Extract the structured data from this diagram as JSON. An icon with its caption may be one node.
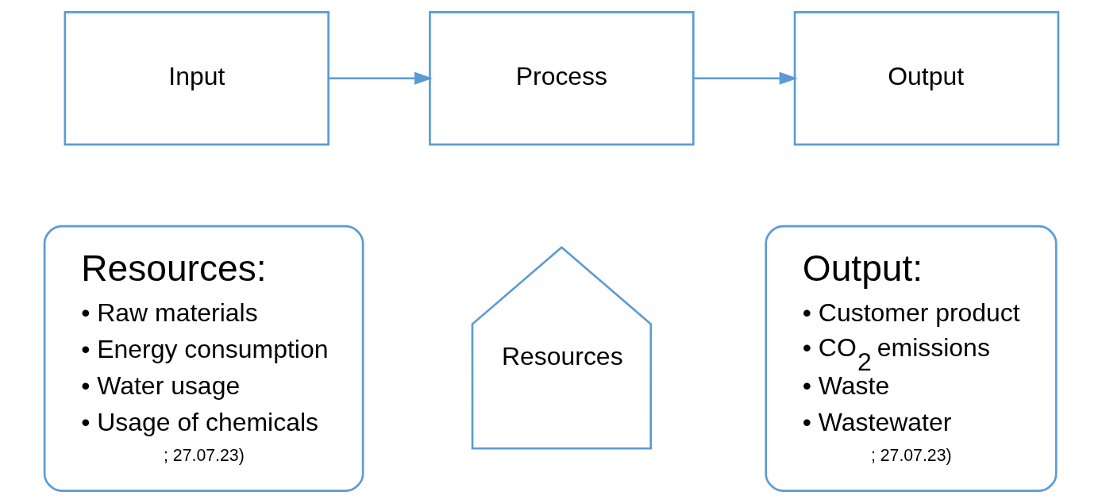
{
  "diagram": {
    "nodes": [
      {
        "text": [
          "Input"
        ]
      },
      {
        "text": [
          "Process"
        ]
      },
      {
        "text": [
          "Output"
        ]
      },
      {
        "text": [
          "Resources"
        ]
      },
      {
        "text": [
          "Resources:",
          "• Raw materials",
          "• Energy consumption",
          "• Water usage",
          "• Usage of chemicals",
          "; 27.07.23)"
        ]
      },
      {
        "text": [
          "Output:",
          "• Customer product",
          "• CO$_{2}$ emissions",
          "• Waste",
          "• Wastewater",
          "; 27.07.23)"
        ]
      }
    ],
    "edges": [
      {
        "from": 0,
        "to": 1,
        "arrow": "to"
      },
      {
        "from": 1,
        "to": 2,
        "arrow": "to"
      }
    ]
  }
}
